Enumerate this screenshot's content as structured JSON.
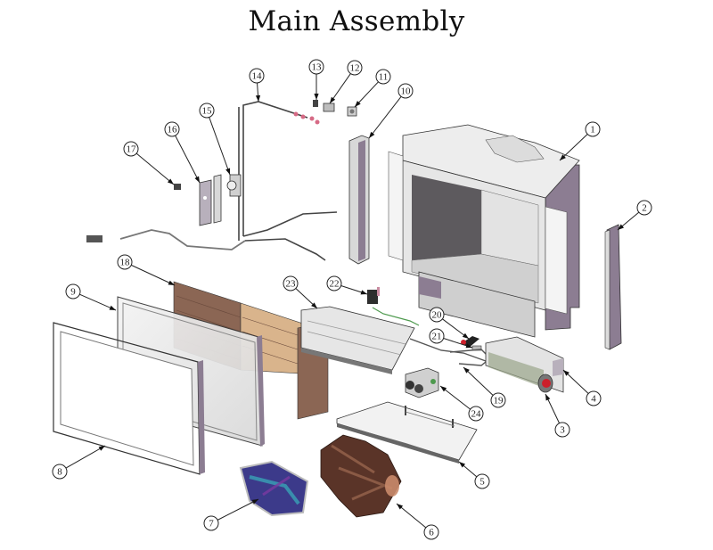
{
  "title": "Main Assembly",
  "colors": {
    "steel_light": "#ececec",
    "steel_mid": "#d6d6d8",
    "steel_dark": "#7e7e84",
    "purple_panel": "#8c7d92",
    "firebox_interior": "#5d5a5e",
    "brick_dark": "#8b6654",
    "brick_light": "#d9b48c",
    "glass": "#e6e6e6",
    "outline": "#333333",
    "red_accent": "#cc1f2b",
    "green_wire": "#4e9a4e"
  },
  "callouts": [
    {
      "id": "1",
      "label": "1",
      "part": "firebox-body"
    },
    {
      "id": "2",
      "label": "2",
      "part": "side-trim-right"
    },
    {
      "id": "3",
      "label": "3",
      "part": "blower-motor"
    },
    {
      "id": "4",
      "label": "4",
      "part": "blower-housing"
    },
    {
      "id": "5",
      "label": "5",
      "part": "burner-tray"
    },
    {
      "id": "6",
      "label": "6",
      "part": "log-set"
    },
    {
      "id": "7",
      "label": "7",
      "part": "ember-bag"
    },
    {
      "id": "8",
      "label": "8",
      "part": "outer-frame"
    },
    {
      "id": "9",
      "label": "9",
      "part": "glass-door"
    },
    {
      "id": "10",
      "label": "10",
      "part": "side-trim-left"
    },
    {
      "id": "11",
      "label": "11",
      "part": "receiver-switch"
    },
    {
      "id": "12",
      "label": "12",
      "part": "rocker-switch"
    },
    {
      "id": "13",
      "label": "13",
      "part": "thermo-disc"
    },
    {
      "id": "14",
      "label": "14",
      "part": "wire-harness"
    },
    {
      "id": "15",
      "label": "15",
      "part": "control-module"
    },
    {
      "id": "16",
      "label": "16",
      "part": "mounting-bracket"
    },
    {
      "id": "17",
      "label": "17",
      "part": "piezo-igniter"
    },
    {
      "id": "18",
      "label": "18",
      "part": "brick-liner"
    },
    {
      "id": "19",
      "label": "19",
      "part": "gas-line"
    },
    {
      "id": "20",
      "label": "20",
      "part": "knob"
    },
    {
      "id": "21",
      "label": "21",
      "part": "fitting"
    },
    {
      "id": "22",
      "label": "22",
      "part": "pilot-assembly"
    },
    {
      "id": "23",
      "label": "23",
      "part": "burner-pan"
    },
    {
      "id": "24",
      "label": "24",
      "part": "gas-valve"
    }
  ]
}
